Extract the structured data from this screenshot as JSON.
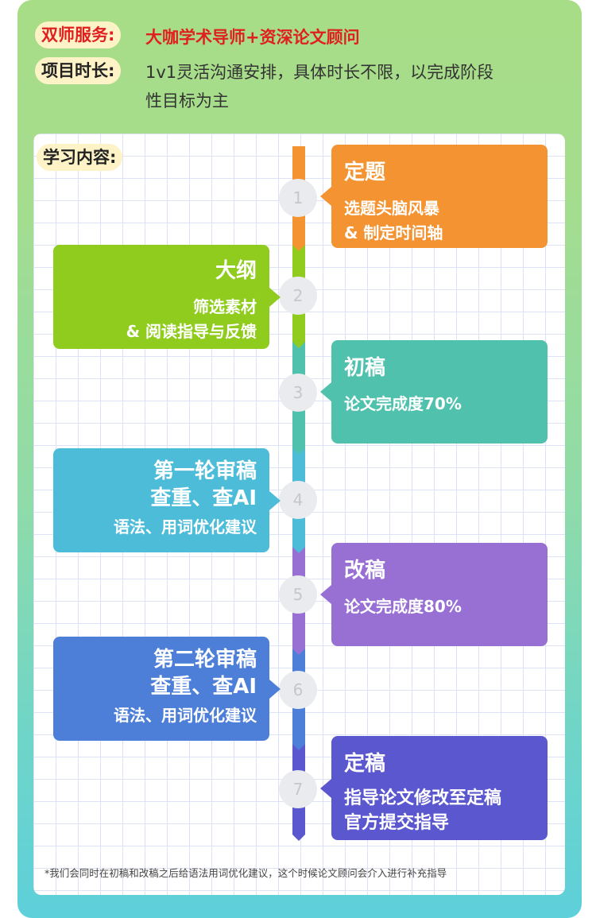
{
  "header": {
    "service": {
      "label": "双师服务:",
      "value": "大咖学术导师+资深论文顾问",
      "label_color": "#e02020",
      "value_color": "#e02020"
    },
    "duration": {
      "label": "项目时长:",
      "value_line1": "1v1灵活沟通安排，具体时长不限，以完成阶段",
      "value_line2": "性目标为主"
    }
  },
  "content_label": "学习内容:",
  "steps": [
    {
      "num": "1",
      "title": "定题",
      "lines": [
        "选题头脑风暴",
        "& 制定时间轴"
      ],
      "color": "#f39331"
    },
    {
      "num": "2",
      "title": "大纲",
      "lines": [
        "筛选素材",
        "& 阅读指导与反馈"
      ],
      "color": "#8fcc1e"
    },
    {
      "num": "3",
      "title": "初稿",
      "lines": [
        "论文完成度70%"
      ],
      "color": "#4fc1ad"
    },
    {
      "num": "4",
      "title": "第一轮审稿",
      "lines": [
        "查重、查AI",
        "语法、用词优化建议"
      ],
      "color": "#4dbcd8"
    },
    {
      "num": "5",
      "title": "改稿",
      "lines": [
        "论文完成度80%"
      ],
      "color": "#9870d3"
    },
    {
      "num": "6",
      "title": "第二轮审稿",
      "lines": [
        "查重、查AI",
        "语法、用词优化建议"
      ],
      "color": "#4d7fd8"
    },
    {
      "num": "7",
      "title": "定稿",
      "lines": [
        "指导论文修改至定稿",
        "官方提交指导"
      ],
      "color": "#5a57cf"
    }
  ],
  "footnote": "*我们会同时在初稿和改稿之后给语法用词优化建议，这个时候论文顾问会介入进行补充指导"
}
